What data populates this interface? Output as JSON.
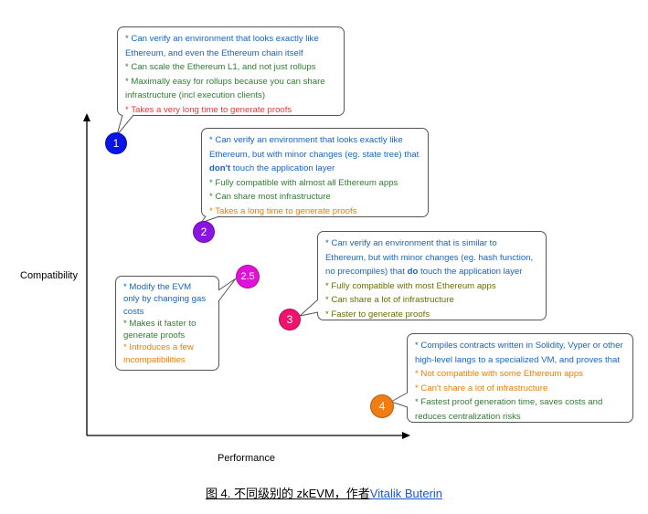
{
  "axes": {
    "y_label": "Compatibility",
    "x_label": "Performance"
  },
  "colors": {
    "blue_text": "#1565c0",
    "green_text": "#2e7d32",
    "red_text": "#e53935",
    "orange_text": "#ef7d00",
    "olive_text": "#6b6d00",
    "node_1": "#0a14e6",
    "node_2": "#8a14e0",
    "node_25": "#e012d6",
    "node_3": "#f0136e",
    "node_4": "#f07d12"
  },
  "nodes": {
    "n1": "1",
    "n2": "2",
    "n25": "2.5",
    "n3": "3",
    "n4": "4"
  },
  "bubbles": {
    "type1": {
      "l1": "* Can verify an environment that looks exactly like",
      "l2": "Ethereum, and even the Ethereum chain itself",
      "l3": "* Can scale the Ethereum L1, and not just rollups",
      "l4": "* Maximally easy for rollups because you can share",
      "l5": "infrastructure (incl execution clients)",
      "l6": "* Takes a very long time to generate proofs"
    },
    "type2": {
      "l1": "* Can verify an environment that looks exactly like",
      "l2": "Ethereum, but with minor changes (eg. state tree) that",
      "l3_bold": "don't",
      "l3_rest": " touch the application layer",
      "l4": "* Fully compatible with almost all Ethereum apps",
      "l5": "* Can share most infrastructure",
      "l6": "* Takes a long time to generate proofs"
    },
    "type25": {
      "l1": "* Modify the EVM",
      "l2": "only by changing gas",
      "l3": "costs",
      "l4": "* Makes it faster to",
      "l5": "generate proofs",
      "l6": "* Introduces a few",
      "l7": "incompatibilities"
    },
    "type3": {
      "l1": "* Can verify an environment that is similar to",
      "l2": "Ethereum, but with minor changes (eg. hash function,",
      "l3_pre": "no precompiles) that ",
      "l3_bold": "do",
      "l3_rest": " touch the application layer",
      "l4": "* Fully compatible with most Ethereum apps",
      "l5": "* Can share a lot of infrastructure",
      "l6": "* Faster to generate proofs"
    },
    "type4": {
      "l1": "* Compiles contracts written in Solidity, Vyper or other",
      "l2": "high-level langs to a specialized VM, and proves that",
      "l3": "* Not compatible with some Ethereum apps",
      "l4": "* Can't share a lot of infrastructure",
      "l5": "* Fastest proof generation time, saves costs and",
      "l6": "reduces centralization risks"
    }
  },
  "caption": {
    "text": "图 4. 不同级别的 zkEVM，作者",
    "link": "Vitalik Buterin"
  }
}
